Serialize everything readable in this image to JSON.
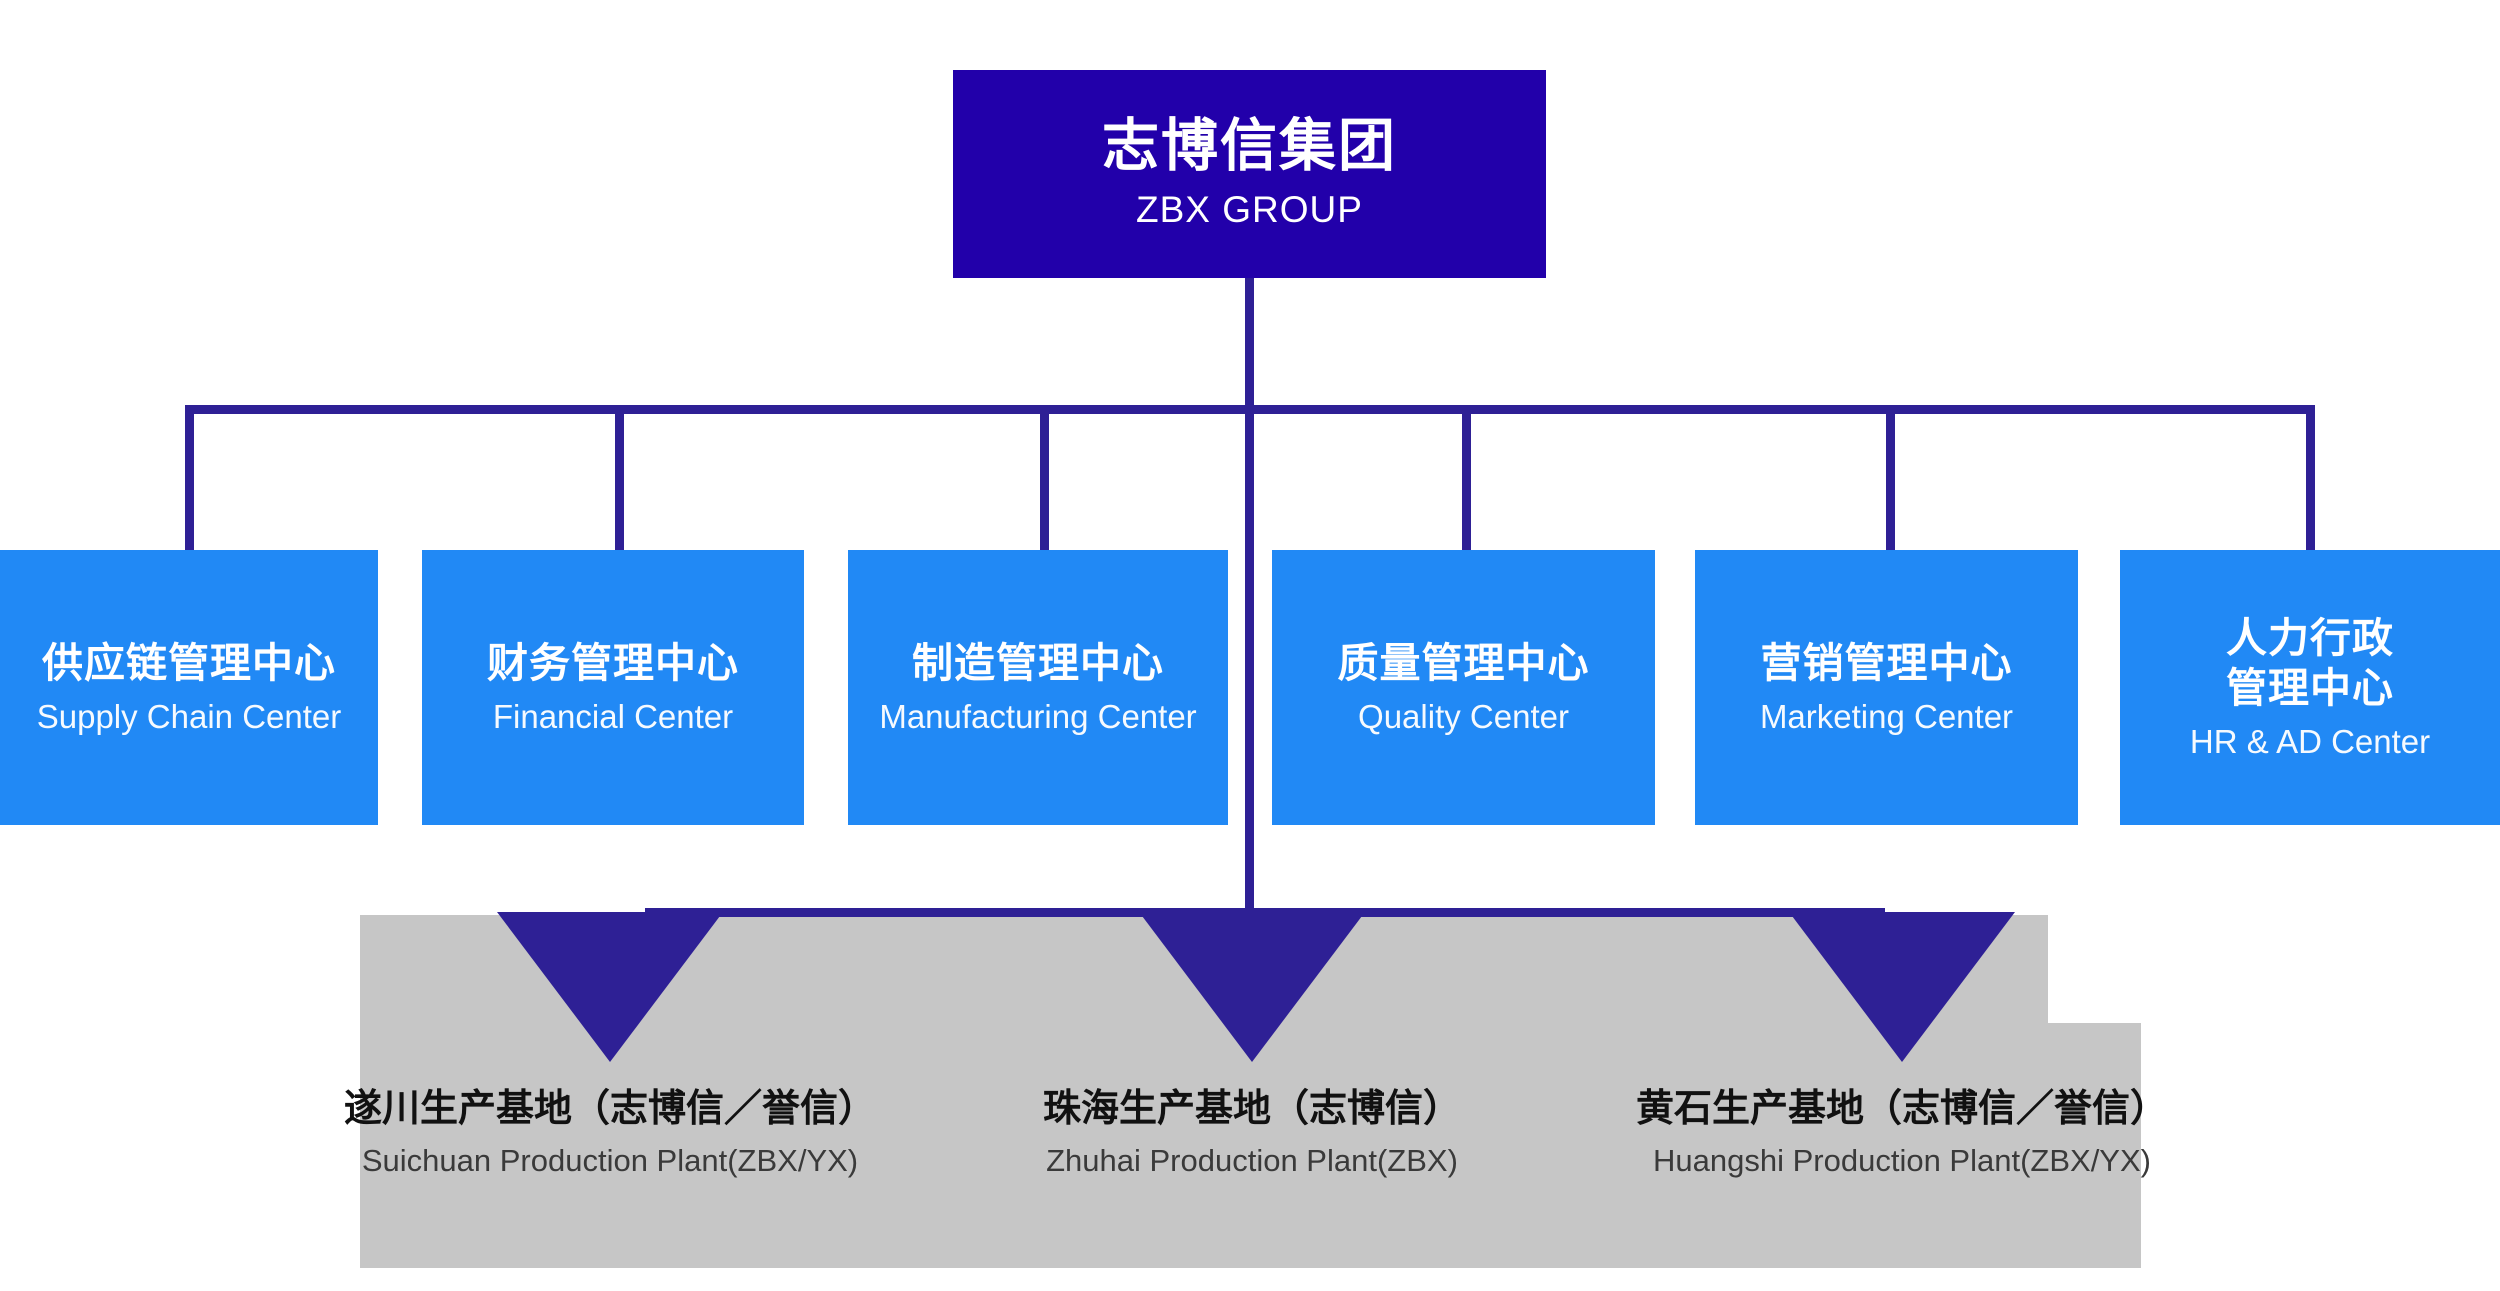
{
  "colors": {
    "root_navy": "#2200aa",
    "connector_indigo": "#2e2095",
    "dept_blue": "#2189f5",
    "panel_gray": "#c6c6c6",
    "text_white": "#ffffff",
    "text_dark": "#111111"
  },
  "root": {
    "name_cn": "志博信集团",
    "name_en": "ZBX GROUP"
  },
  "departments": [
    {
      "name_cn": "供应链管理中心",
      "name_en": "Supply Chain Center"
    },
    {
      "name_cn": "财务管理中心",
      "name_en": "Financial Center"
    },
    {
      "name_cn": "制造管理中心",
      "name_en": "Manufacturing Center"
    },
    {
      "name_cn": "质量管理中心",
      "name_en": "Quality Center"
    },
    {
      "name_cn": "营销管理中心",
      "name_en": "Marketing Center"
    },
    {
      "name_cn": "人力行政\n管理中心",
      "name_en": "HR & AD Center"
    }
  ],
  "plants": [
    {
      "name_cn": "遂川生产基地（志博信／誉信）",
      "name_en": "Suichuan Production Plant(ZBX/YX)"
    },
    {
      "name_cn": "珠海生产基地（志博信）",
      "name_en": "Zhuhai Production Plant(ZBX)"
    },
    {
      "name_cn": "黄石生产基地（志博信／誉信）",
      "name_en": "Huangshi Production Plant(ZBX/YX)"
    }
  ]
}
